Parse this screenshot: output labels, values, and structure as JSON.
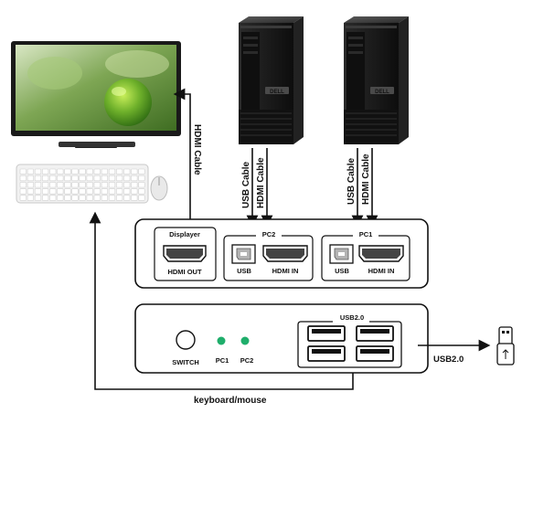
{
  "labels": {
    "hdmi_cable_monitor": "HDMI Cable",
    "usb_cable_pc2": "USB Cable",
    "hdmi_cable_pc2": "HDMI Cable",
    "usb_cable_pc1": "USB Cable",
    "hdmi_cable_pc1": "HDMI Cable",
    "displayer": "Displayer",
    "hdmi_out": "HDMI OUT",
    "pc2": "PC2",
    "pc1": "PC1",
    "usb_pc2": "USB",
    "hdmi_in_pc2": "HDMI IN",
    "usb_pc1": "USB",
    "hdmi_in_pc1": "HDMI IN",
    "usb20_ports": "USB2.0",
    "switch": "SWITCH",
    "led_pc1": "PC1",
    "led_pc2": "PC2",
    "usb20_out": "USB2.0",
    "keyboard_mouse": "keyboard/mouse"
  },
  "pc_brand": "DELL",
  "colors": {
    "led": "#1fae6b",
    "outline": "#111111",
    "pc_body": "#1b1b1b",
    "screen_green": "#4f8a2a"
  }
}
